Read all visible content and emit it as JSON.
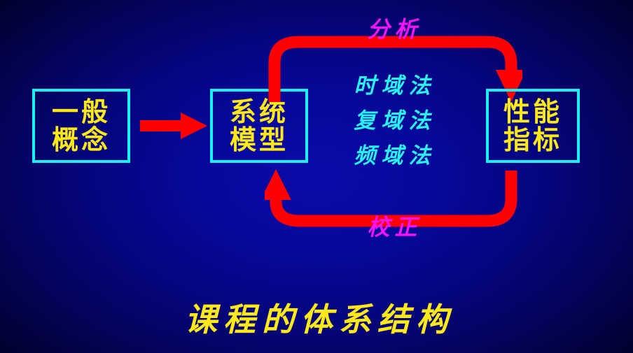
{
  "slide": {
    "title": "课程的体系结构",
    "background_center_color": "#0a0aa8",
    "background_edge_color": "#000015"
  },
  "colors": {
    "box_border": "#19f0f0",
    "box_text": "#ffe817",
    "arrow": "#ff0000",
    "method_text": "#28f2f2",
    "loop_label": "#f713f7",
    "title": "#ffe817"
  },
  "nodes": [
    {
      "id": "general-concept",
      "label": "一般\n概念"
    },
    {
      "id": "system-model",
      "label": "系统\n模型"
    },
    {
      "id": "performance-index",
      "label": "性能\n指标"
    }
  ],
  "methods": {
    "items": [
      {
        "label": "时域法"
      },
      {
        "label": "复域法"
      },
      {
        "label": "频域法"
      }
    ]
  },
  "loop": {
    "top_label": "分析",
    "bottom_label": "校正",
    "top_direction": "left-to-right",
    "bottom_direction": "right-to-left"
  },
  "arrows": {
    "straight_label": "general-to-model",
    "straight_direction": "left-to-right"
  }
}
